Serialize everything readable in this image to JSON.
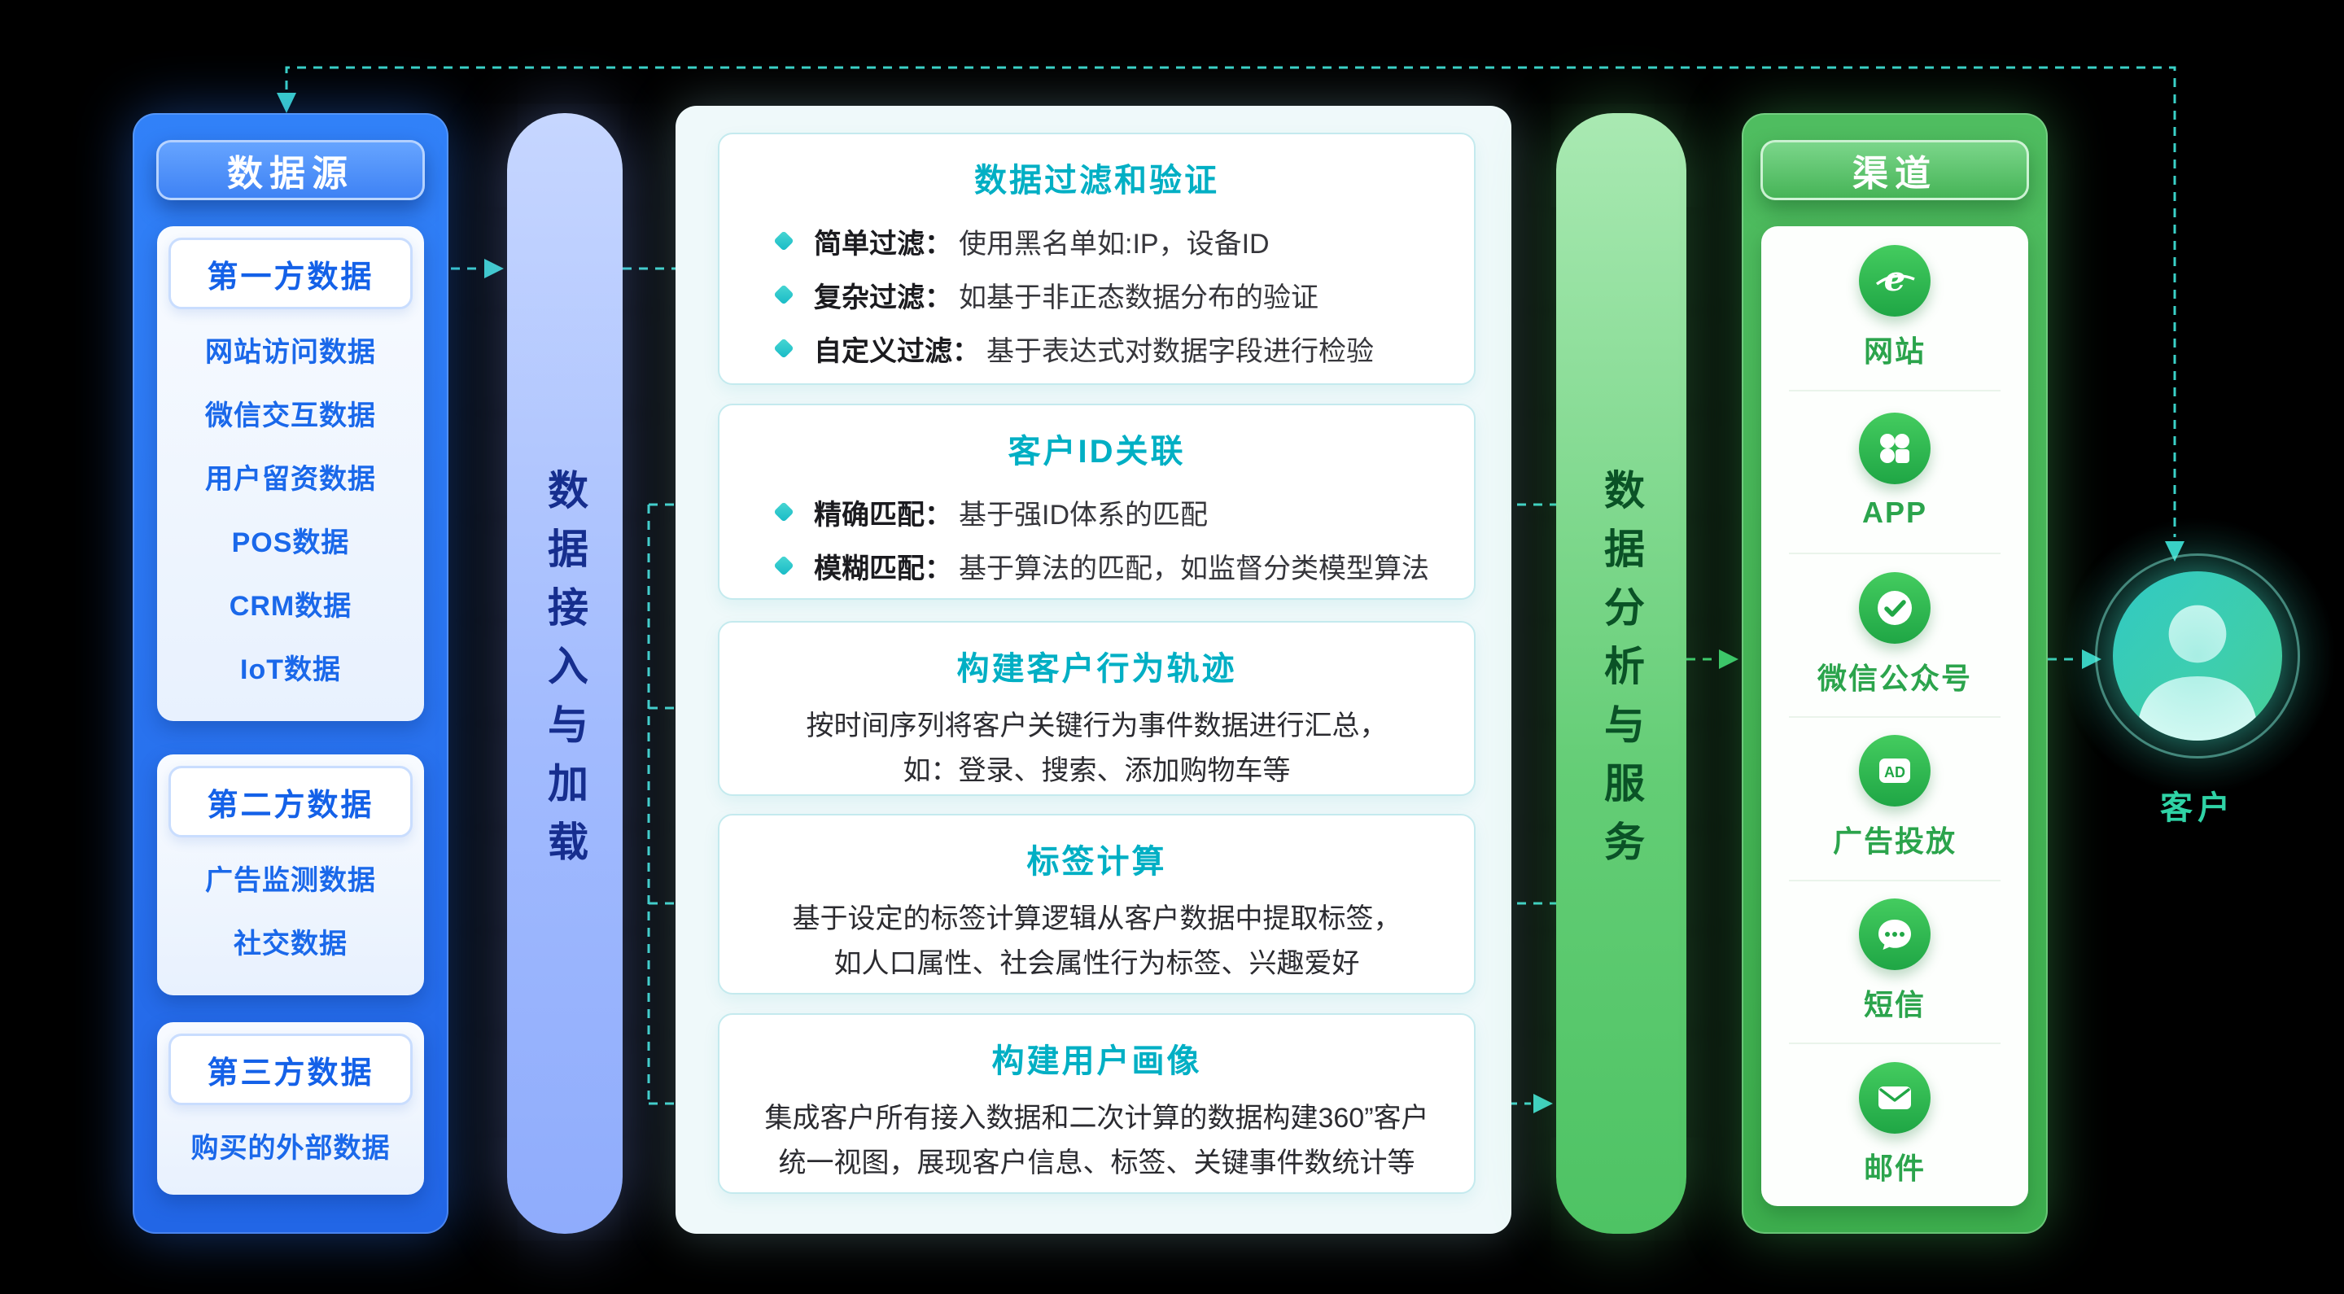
{
  "colors": {
    "background": "#000000",
    "arrow_teal": "#3AD1C7",
    "arrow_green": "#3BC96B",
    "blue_panel": "#2B7BF4",
    "green_panel": "#46B556",
    "card_title_teal": "#00AFC4"
  },
  "data_sources": {
    "title": "数据源",
    "sections": [
      {
        "header": "第一方数据",
        "items": [
          "网站访问数据",
          "微信交互数据",
          "用户留资数据",
          "POS数据",
          "CRM数据",
          "IoT数据"
        ]
      },
      {
        "header": "第二方数据",
        "items": [
          "广告监测数据",
          "社交数据"
        ]
      },
      {
        "header": "第三方数据",
        "items": [
          "购买的外部数据"
        ]
      }
    ]
  },
  "ingest_bar": {
    "label": "数据接入与加载"
  },
  "processing": {
    "cards": [
      {
        "title": "数据过滤和验证",
        "bullets": [
          {
            "label": "简单过滤：",
            "text": "使用黑名单如:IP，设备ID"
          },
          {
            "label": "复杂过滤：",
            "text": "如基于非正态数据分布的验证"
          },
          {
            "label": "自定义过滤：",
            "text": "基于表达式对数据字段进行检验"
          }
        ]
      },
      {
        "title": "客户ID关联",
        "bullets": [
          {
            "label": "精确匹配：",
            "text": "基于强ID体系的匹配"
          },
          {
            "label": "模糊匹配：",
            "text": "基于算法的匹配，如监督分类模型算法"
          }
        ]
      },
      {
        "title": "构建客户行为轨迹",
        "lines": [
          "按时间序列将客户关键行为事件数据进行汇总，",
          "如：登录、搜索、添加购物车等"
        ]
      },
      {
        "title": "标签计算",
        "lines": [
          "基于设定的标签计算逻辑从客户数据中提取标签，",
          "如人口属性、社会属性行为标签、兴趣爱好"
        ]
      },
      {
        "title": "构建用户画像",
        "lines": [
          "集成客户所有接入数据和二次计算的数据构建360”客户",
          "统一视图，展现客户信息、标签、关键事件数统计等"
        ]
      }
    ]
  },
  "analysis_bar": {
    "label": "数据分析与服务"
  },
  "channels": {
    "title": "渠道",
    "items": [
      {
        "label": "网站",
        "icon": "browser-icon"
      },
      {
        "label": "APP",
        "icon": "app-grid-icon"
      },
      {
        "label": "微信公众号",
        "icon": "badge-check-icon"
      },
      {
        "label": "广告投放",
        "icon": "ad-icon"
      },
      {
        "label": "短信",
        "icon": "sms-bubble-icon"
      },
      {
        "label": "邮件",
        "icon": "mail-icon"
      }
    ]
  },
  "customer": {
    "label": "客户"
  }
}
